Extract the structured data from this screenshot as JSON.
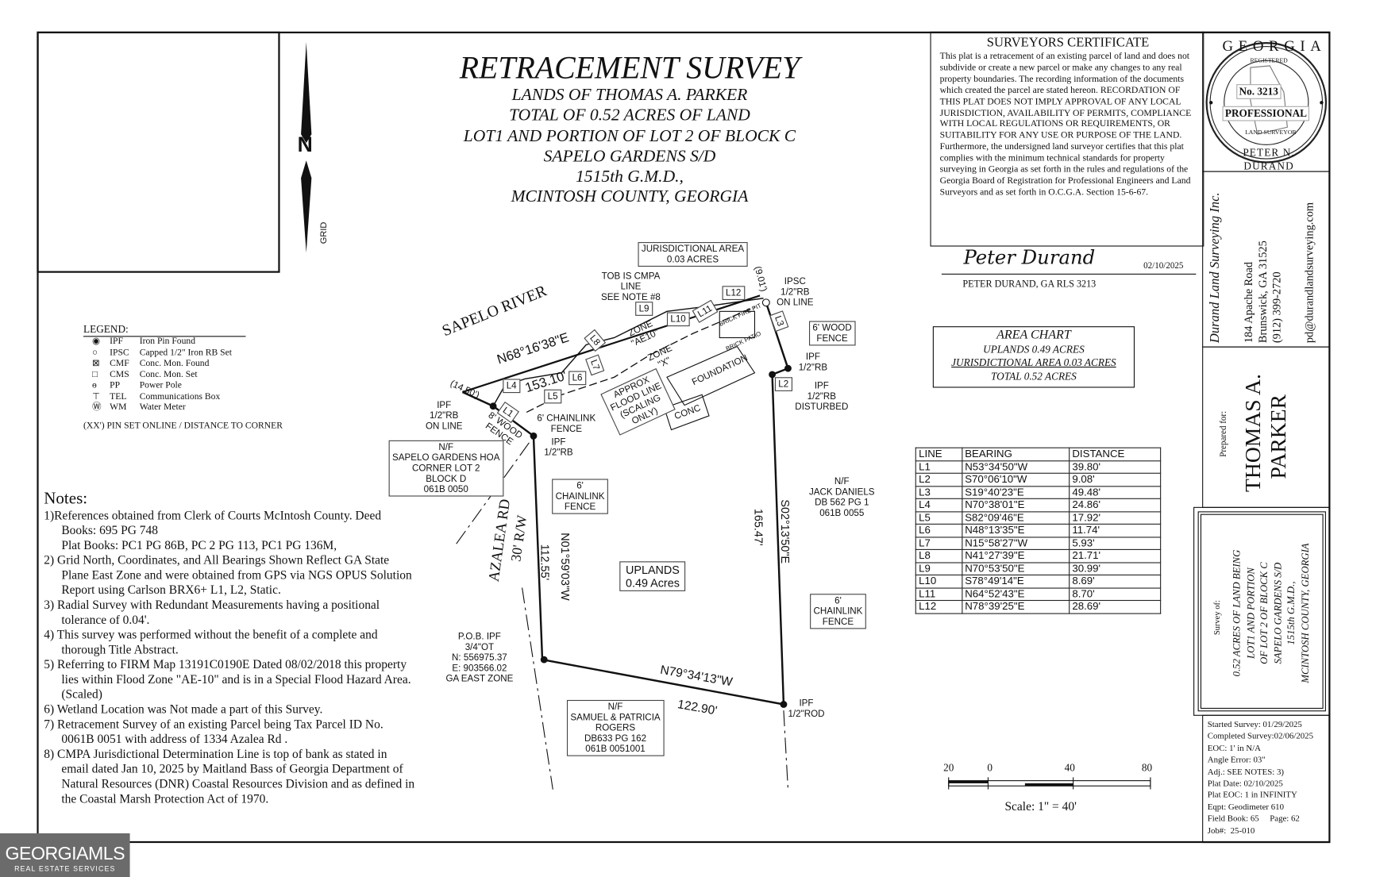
{
  "title": {
    "main": "RETRACEMENT SURVEY",
    "lines": [
      "LANDS OF THOMAS A. PARKER",
      "TOTAL OF 0.52 ACRES OF LAND",
      "LOT1 AND PORTION OF LOT 2 OF BLOCK C",
      "SAPELO GARDENS S/D",
      "1515th G.M.D.,",
      "MCINTOSH COUNTY, GEORGIA"
    ]
  },
  "north_arrow": {
    "letter": "N",
    "grid_label": "GRID"
  },
  "certificate": {
    "heading": "SURVEYORS CERTIFICATE",
    "text": "This plat is a retracement of an existing parcel of land and does not subdivide or create a new parcel or make any changes to any real property boundaries.  The recording information of the documents which created the parcel are stated hereon.  RECORDATION OF THIS PLAT DOES NOT IMPLY APPROVAL OF ANY LOCAL JURISDICTION, AVAILABILITY OF PERMITS, COMPLIANCE WITH LOCAL REGULATIONS OR REQUIREMENTS, OR SUITABILITY FOR ANY USE OR PURPOSE OF THE LAND.  Furthermore, the undersigned land surveyor certifies that this plat complies with the minimum technical standards for property surveying in Georgia as set forth in the rules and regulations of the Georgia Board of Registration for Professional Engineers and Land Surveyors and as set forth in O.C.G.A. Section 15-6-67.",
    "signature": "Peter Durand",
    "date": "02/10/2025",
    "signer": "PETER DURAND, GA RLS 3213"
  },
  "seal": {
    "top": "GEORGIA",
    "number": "No. 3213",
    "middle": "PROFESSIONAL",
    "bottom": "PETER N. DURAND",
    "inner_top": "REGISTERED",
    "inner_bottom": "LAND SURVEYOR"
  },
  "company": {
    "name": "Durand Land Surveying Inc.",
    "address": "184 Apache Road",
    "city": "Brunswick, GA 31525",
    "phone": "(912) 399-2720",
    "email": "pd@durandlandsurveying.com"
  },
  "prepared_for": {
    "label": "Prepared for:",
    "name_line1": "THOMAS A.",
    "name_line2": "PARKER"
  },
  "survey_of": {
    "label": "Survey of:",
    "lines": [
      "0.52 ACRES OF LAND BEING",
      "LOT1 AND PORTION",
      "OF LOT 2 OF BLOCK C",
      "SAPELO GARDENS S/D",
      "1515th G.M.D.,",
      "MCINTOSH COUNTY, GEORGIA"
    ]
  },
  "survey_info": [
    "Started Survey: 01/29/2025",
    "Completed Survey:02/06/2025",
    "EOC: 1' in N/A",
    "Angle Error: 03\"",
    "Adj.: SEE NOTES: 3)",
    "Plat Date: 02/10/2025",
    "Plat EOC: 1 in INFINITY",
    "Eqpt: Geodimeter 610",
    "Field Book: 65     Page: 62",
    "Job#:  25-010"
  ],
  "area_chart": {
    "title": "AREA CHART",
    "rows": [
      "UPLANDS 0.49 ACRES",
      "JURISDICTIONAL AREA 0.03 ACRES",
      "TOTAL 0.52 ACRES"
    ]
  },
  "line_table": {
    "headers": [
      "LINE",
      "BEARING",
      "DISTANCE"
    ],
    "rows": [
      [
        "L1",
        "N53°34'50\"W",
        "39.80'"
      ],
      [
        "L2",
        "S70°06'10\"W",
        "9.08'"
      ],
      [
        "L3",
        "S19°40'23\"E",
        "49.48'"
      ],
      [
        "L4",
        "N70°38'01\"E",
        "24.86'"
      ],
      [
        "L5",
        "S82°09'46\"E",
        "17.92'"
      ],
      [
        "L6",
        "N48°13'35\"E",
        "11.74'"
      ],
      [
        "L7",
        "N15°58'27\"W",
        "5.93'"
      ],
      [
        "L8",
        "N41°27'39\"E",
        "21.71'"
      ],
      [
        "L9",
        "N70°53'50\"E",
        "30.99'"
      ],
      [
        "L10",
        "S78°49'14\"E",
        "8.69'"
      ],
      [
        "L11",
        "N64°52'43\"E",
        "8.70'"
      ],
      [
        "L12",
        "N78°39'25\"E",
        "28.69'"
      ]
    ]
  },
  "scale_bar": {
    "ticks": [
      "20",
      "0",
      "40",
      "80"
    ],
    "label": "Scale: 1\" = 40'"
  },
  "legend": {
    "title": "LEGEND:",
    "items": [
      {
        "abbr": "IPF",
        "desc": "Iron Pin Found",
        "icon": "filled-circle-icon"
      },
      {
        "abbr": "IPSC",
        "desc": "Capped 1/2\" Iron RB Set",
        "icon": "open-circle-icon"
      },
      {
        "abbr": "CMF",
        "desc": "Conc. Mon. Found",
        "icon": "crossed-square-icon"
      },
      {
        "abbr": "CMS",
        "desc": "Conc. Mon. Set",
        "icon": "open-square-icon"
      },
      {
        "abbr": "PP",
        "desc": "Power Pole",
        "icon": "power-pole-icon"
      },
      {
        "abbr": "TEL",
        "desc": "Communications Box",
        "icon": "tel-box-icon"
      },
      {
        "abbr": "WM",
        "desc": "Water Meter",
        "icon": "water-meter-icon"
      }
    ],
    "footnote": "(XX') PIN SET ONLINE / DISTANCE TO CORNER"
  },
  "notes": {
    "title": "Notes:",
    "items": [
      "1)References obtained from Clerk of Courts McIntosh County. Deed Books: 695 PG 748",
      "Plat Books:  PC1 PG 86B, PC 2 PG 113, PC1 PG 136M,",
      "2) Grid North, Coordinates, and All Bearings Shown Reflect GA State Plane East Zone and were obtained from GPS via NGS OPUS Solution Report using Carlson BRX6+ L1, L2, Static.",
      "3) Radial Survey with Redundant Measurements having a positional tolerance of 0.04'.",
      "4) This survey was performed without the benefit of a complete and thorough Title Abstract.",
      "5) Referring to FIRM Map 13191C0190E Dated 08/02/2018 this property lies within Flood Zone \"AE-10\" and is in a Special Flood Hazard Area. (Scaled)",
      "6) Wetland Location was Not made a part of this Survey.",
      "7) Retracement Survey of an existing Parcel being Tax Parcel ID No. 0061B 0051 with address of 1334 Azalea Rd .",
      "8) CMPA Jurisdictional Determination Line is top of bank as stated in email dated Jan 10, 2025 by Maitland Bass of Georgia Department of Natural Resources (DNR) Coastal Resources Division and as defined in the Coastal Marsh Protection Act of 1970."
    ]
  },
  "drawing": {
    "river": "SAPELO RIVER",
    "river_bearing": "N68°16'38\"E",
    "river_distance": "153.10'",
    "jurisdictional": [
      "JURISDICTIONAL AREA",
      "0.03 ACRES"
    ],
    "tob": [
      "TOB IS CMPA",
      "LINE",
      "SEE NOTE #8"
    ],
    "ipsc_online": [
      "IPSC",
      "1/2\"RB",
      "ON LINE"
    ],
    "dist_9_01": "(9.01')",
    "dist_14_50": "(14.50')",
    "wood_fence_ne": [
      "6' WOOD",
      "FENCE"
    ],
    "ipf_ne": [
      "IPF",
      "1/2\"RB"
    ],
    "ipf_disturbed": [
      "IPF",
      "1/2\"RB",
      "DISTURBED"
    ],
    "ipf_online": [
      "IPF",
      "1/2\"RB",
      "ON LINE"
    ],
    "wood_fence_nw": [
      "8' WOOD",
      "FENCE"
    ],
    "chainlink_n": [
      "6' CHAINLINK",
      "FENCE"
    ],
    "ipf_nw": [
      "IPF",
      "1/2\"RB"
    ],
    "flood": [
      "APPROX",
      "FLOOD LINE",
      "(SCALING",
      "ONLY)"
    ],
    "zone_ae": [
      "ZONE",
      "\"AE10\""
    ],
    "zone_x": [
      "ZONE",
      "\"X\""
    ],
    "brick_fire_pit": "BRICK FIRE PIT",
    "brick_patio": "BRICK PATIO",
    "foundation": "FOUNDATION",
    "conc": "CONC",
    "line_labels": [
      "L1",
      "L2",
      "L3",
      "L4",
      "L5",
      "L6",
      "L7",
      "L8",
      "L9",
      "L10",
      "L11",
      "L12"
    ],
    "sapelo_hoa": [
      "N/F",
      "SAPELO GARDENS HOA",
      "CORNER LOT 2",
      "BLOCK D",
      "061B 0050"
    ],
    "jack_daniels": [
      "N/F",
      "JACK DANIELS",
      "DB 562 PG 1",
      "061B 0055"
    ],
    "chainlink_w": [
      "6'",
      "CHAINLINK",
      "FENCE"
    ],
    "chainlink_e": [
      "6'",
      "CHAINLINK",
      "FENCE"
    ],
    "azalea": "AZALEA RD",
    "row": "30' R/W",
    "west_bearing": "N01°59'03\"W",
    "west_distance": "112.55'",
    "east_bearing": "S02°13'50\"E",
    "east_distance": "165.47'",
    "uplands": [
      "UPLANDS",
      "0.49 Acres"
    ],
    "pob": [
      "P.O.B. IPF",
      "3/4\"OT",
      "N: 556975.37",
      "E: 903566.02",
      "GA EAST ZONE"
    ],
    "south_bearing": "N79°34'13\"W",
    "south_distance": "122.90'",
    "ipf_rod": [
      "IPF",
      "1/2\"ROD"
    ],
    "rogers": [
      "N/F",
      "SAMUEL & PATRICIA",
      "ROGERS",
      "DB633 PG 162",
      "061B 0051001"
    ]
  },
  "watermark": {
    "brand": "GEORGIAMLS",
    "sub": "REAL ESTATE SERVICES"
  }
}
